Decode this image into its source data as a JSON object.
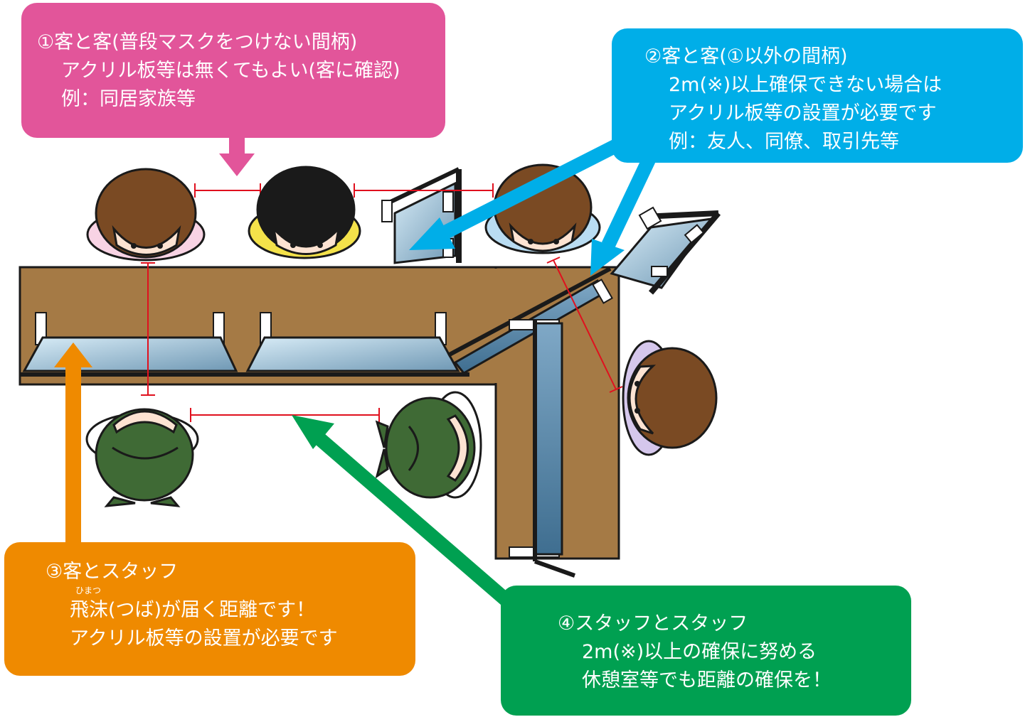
{
  "callouts": {
    "customer_customer_family": {
      "title": "①客と客(普段マスクをつけない間柄)",
      "line2": "アクリル板等は無くてもよい(客に確認)",
      "line3": "例：同居家族等",
      "color": "#e2559a"
    },
    "customer_customer_other": {
      "title": "②客と客(①以外の間柄)",
      "line2": "2m(※)以上確保できない場合は",
      "line3": "アクリル板等の設置が必要です",
      "line4": "例：友人、同僚、取引先等",
      "color": "#00aee8"
    },
    "customer_staff": {
      "title": "③客とスタッフ",
      "ruby": "ひまつ",
      "line2": "飛沫(つば)が届く距離です！",
      "line3": "アクリル板等の設置が必要です",
      "color": "#ef8a00"
    },
    "staff_staff": {
      "title": "④スタッフとスタッフ",
      "line2": "2m(※)以上の確保に努める",
      "line3": "休憩室等でも距離の確保を！",
      "color": "#00a051"
    }
  },
  "colors": {
    "counter": "#a57a45",
    "acrylic": "#9ec6dd",
    "distance_marker": "#e0101e",
    "hair_brown": "#7a4a23",
    "hair_black": "#1a1a1a",
    "staff_uniform": "#3f6a35",
    "skin": "#fde3d2"
  },
  "icons": [
    "customer-head-icon",
    "staff-head-icon",
    "acrylic-panel-icon",
    "arrow-icon"
  ]
}
